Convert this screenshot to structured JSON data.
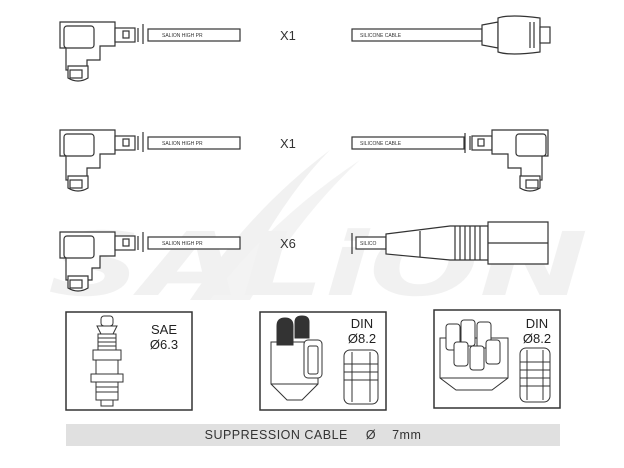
{
  "watermark": {
    "text": "SALiON"
  },
  "rows": [
    {
      "quantity": "X1",
      "left_print": "SALION HIGH PR",
      "right_print": "SILICONE CABLE",
      "right_end": "straight-cap"
    },
    {
      "quantity": "X1",
      "left_print": "SALION HIGH PR",
      "right_print": "SILICONE CABLE",
      "right_end": "angled-boot"
    },
    {
      "quantity": "X6",
      "left_print": "SALION HIGH PR",
      "right_print": "SILICO",
      "right_end": "ribbed-boot"
    }
  ],
  "terminals": [
    {
      "standard": "SAE",
      "size": "Ø6.3"
    },
    {
      "standard": "DIN",
      "size": "Ø8.2"
    },
    {
      "standard": "DIN",
      "size": "Ø8.2"
    }
  ],
  "footer": {
    "label": "SUPPRESSION CABLE",
    "symbol": "Ø",
    "value": "7mm"
  }
}
